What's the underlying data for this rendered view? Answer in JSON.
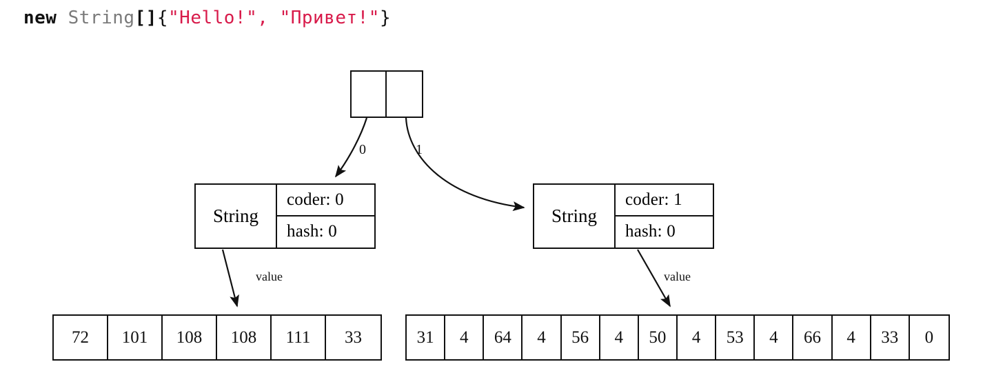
{
  "code": {
    "tokens": [
      {
        "text": "new",
        "kind": "keyword"
      },
      {
        "text": " ",
        "kind": "punctuation"
      },
      {
        "text": "String",
        "kind": "type"
      },
      {
        "text": "[]",
        "kind": "bracket"
      },
      {
        "text": "{",
        "kind": "punctuation"
      },
      {
        "text": "\"Hello!\"",
        "kind": "string"
      },
      {
        "text": ",",
        "kind": "string"
      },
      {
        "text": " ",
        "kind": "punctuation"
      },
      {
        "text": "\"Привет!\"",
        "kind": "string"
      },
      {
        "text": "}",
        "kind": "punctuation"
      }
    ],
    "plain": "new String[]{\"Hello!\", \"Привет!\"}"
  },
  "colors": {
    "keyword": "#111111",
    "type": "#7a7a7a",
    "string": "#d81a4a",
    "stroke": "#111111",
    "background": "#ffffff"
  },
  "array_ref": {
    "label": "String[]",
    "cells": [
      "",
      ""
    ]
  },
  "edges": [
    {
      "name": "index-0",
      "label": "0",
      "from": "array-ref-cell-0",
      "to": "string-obj-0"
    },
    {
      "name": "index-1",
      "label": "1",
      "from": "array-ref-cell-1",
      "to": "string-obj-1"
    },
    {
      "name": "value-0",
      "label": "value",
      "from": "string-obj-0",
      "to": "array-bytes-0"
    },
    {
      "name": "value-1",
      "label": "value",
      "from": "string-obj-1",
      "to": "array-bytes-1"
    }
  ],
  "string_objects": [
    {
      "type_name": "String",
      "fields": [
        {
          "label": "coder: 0"
        },
        {
          "label": "hash: 0"
        }
      ]
    },
    {
      "type_name": "String",
      "fields": [
        {
          "label": "coder: 1"
        },
        {
          "label": "hash: 0"
        }
      ]
    }
  ],
  "byte_arrays": [
    {
      "name": "value-bytes-hello",
      "values": [
        "72",
        "101",
        "108",
        "108",
        "111",
        "33"
      ]
    },
    {
      "name": "value-bytes-privet",
      "values": [
        "31",
        "4",
        "64",
        "4",
        "56",
        "4",
        "50",
        "4",
        "53",
        "4",
        "66",
        "4",
        "33",
        "0"
      ]
    }
  ]
}
